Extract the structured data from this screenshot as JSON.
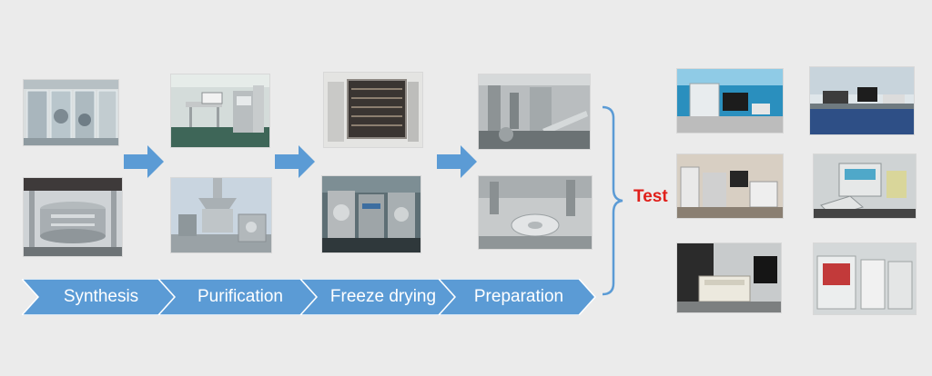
{
  "stages": [
    {
      "label": "Synthesis"
    },
    {
      "label": "Purification"
    },
    {
      "label": "Freeze drying"
    },
    {
      "label": "Preparation"
    }
  ],
  "test": {
    "label": "Test"
  },
  "photos": [
    {
      "name": "synthesis-cleanroom-photo",
      "depicts": "cleanroom glass partition with reactors"
    },
    {
      "name": "synthesis-reactor-photo",
      "depicts": "stainless steel reactor vessel"
    },
    {
      "name": "purification-lab-photo",
      "depicts": "lab room with purification equipment"
    },
    {
      "name": "purification-tank-photo",
      "depicts": "stainless steel tank and pump skid"
    },
    {
      "name": "freeze-dryer-chamber-photo",
      "depicts": "freeze dryer chamber with shelves"
    },
    {
      "name": "freeze-dryer-unit-photo",
      "depicts": "freeze drying unit with pipes"
    },
    {
      "name": "preparation-filling-photo",
      "depicts": "vial filling machine"
    },
    {
      "name": "preparation-turntable-photo",
      "depicts": "rotary turntable of filling line"
    },
    {
      "name": "hplc-instrument-photo",
      "depicts": "HPLC system with monitor"
    },
    {
      "name": "lab-bench-instrument-photo",
      "depicts": "analyzer on lab bench"
    },
    {
      "name": "chromatography-bench-photo",
      "depicts": "chromatography instruments on bench"
    },
    {
      "name": "analyzer-device-photo",
      "depicts": "analyzer with display and keypad"
    },
    {
      "name": "spectrometer-photo",
      "depicts": "benchtop spectrometer with monitor"
    },
    {
      "name": "incubator-cabinets-photo",
      "depicts": "incubator cabinets"
    }
  ],
  "colors": {
    "arrow_fill": "#5b9bd5",
    "chevron_fill": "#5b9bd5",
    "brace_stroke": "#5b9bd5",
    "test_text": "#e0201b",
    "background": "#ebebeb"
  }
}
